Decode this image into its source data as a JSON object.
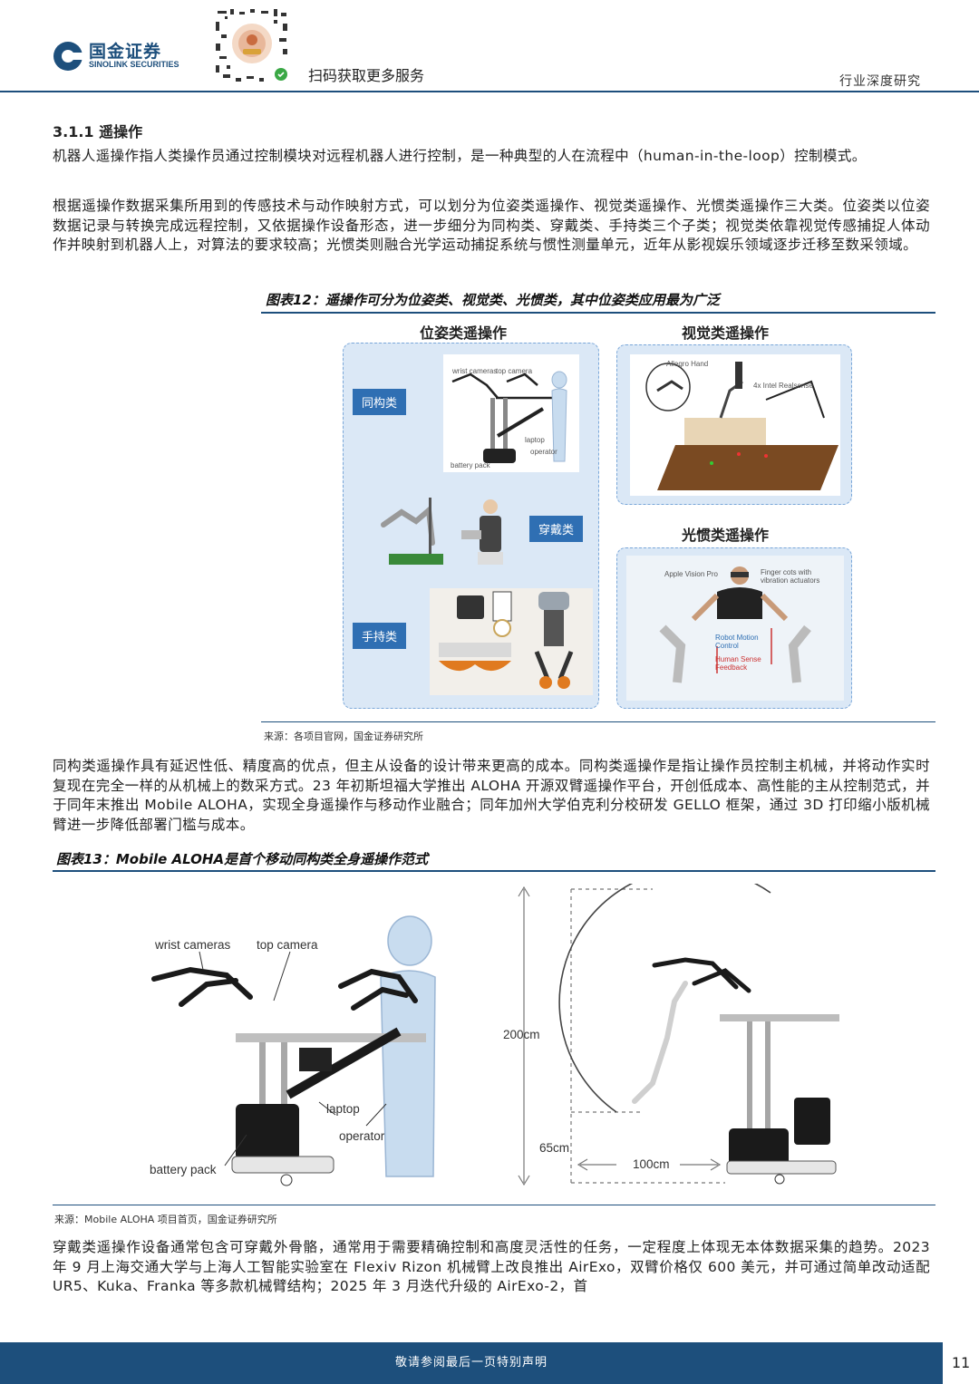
{
  "header": {
    "logo_cn": "国金证券",
    "logo_en": "SINOLINK SECURITIES",
    "qr_text": "扫码获取更多服务",
    "section": "行业深度研究"
  },
  "section_heading": "3.1.1 遥操作",
  "paragraphs": [
    "机器人遥操作指人类操作员通过控制模块对远程机器人进行控制，是一种典型的人在流程中（human-in-the-loop）控制模式。",
    "根据遥操作数据采集所用到的传感技术与动作映射方式，可以划分为位姿类遥操作、视觉类遥操作、光惯类遥操作三大类。位姿类以位姿数据记录与转换完成远程控制，又依据操作设备形态，进一步细分为同构类、穿戴类、手持类三个子类；视觉类依靠视觉传感捕捉人体动作并映射到机器人上，对算法的要求较高；光惯类则融合光学运动捕捉系统与惯性测量单元，近年从影视娱乐领域逐步迁移至数采领域。",
    "同构类遥操作具有延迟性低、精度高的优点，但主从设备的设计带来更高的成本。同构类遥操作是指让操作员控制主机械，并将动作实时复现在完全一样的从机械上的数采方式。23 年初斯坦福大学推出 ALOHA 开源双臂遥操作平台，开创低成本、高性能的主从控制范式，并于同年末推出 Mobile ALOHA，实现全身遥操作与移动作业融合；同年加州大学伯克利分校研发 GELLO 框架，通过 3D 打印缩小版机械臂进一步降低部署门槛与成本。",
    "穿戴类遥操作设备通常包含可穿戴外骨骼，通常用于需要精确控制和高度灵活性的任务，一定程度上体现无本体数据采集的趋势。2023 年 9 月上海交通大学与上海人工智能实验室在 Flexiv Rizon 机械臂上改良推出 AirExo，双臂价格仅 600 美元，并可通过简单改动适配 UR5、Kuka、Franka 等多款机械臂结构；2025 年 3 月迭代升级的 AirExo-2，首"
  ],
  "figure12": {
    "caption": "图表12：遥操作可分为位姿类、视觉类、光惯类，其中位姿类应用最为广泛",
    "panel_pose_title": "位姿类遥操作",
    "panel_vision_title": "视觉类遥操作",
    "panel_inertial_title": "光惯类遥操作",
    "tag_isomorphic": "同构类",
    "tag_wearable": "穿戴类",
    "tag_handheld": "手持类",
    "mini_labels": [
      "wrist cameras",
      "top camera",
      "laptop",
      "operator",
      "battery pack"
    ],
    "vision_labels": [
      "Allegro Hand",
      "4x Intel Realsense"
    ],
    "inertial_labels": [
      "Apple Vision Pro",
      "Finger cots with vibration actuators",
      "Robot Motion Control",
      "Human Sense Feedback"
    ],
    "source": "来源：各项目官网，国金证券研究所"
  },
  "figure13": {
    "caption": "图表13：Mobile ALOHA是首个移动同构类全身遥操作范式",
    "labels": {
      "wrist_cameras": "wrist cameras",
      "top_camera": "top camera",
      "laptop": "laptop",
      "operator": "operator",
      "battery_pack": "battery pack",
      "height": "200cm",
      "base_height": "65cm",
      "reach": "100cm"
    },
    "source": "来源：Mobile ALOHA 项目首页，国金证券研究所"
  },
  "footer": {
    "disclaimer": "敬请参阅最后一页特别声明",
    "page_number": "11"
  },
  "colors": {
    "brand": "#1d4f7c",
    "panel_bg": "#dbe8f6",
    "tag_bg": "#2f6fb3"
  }
}
